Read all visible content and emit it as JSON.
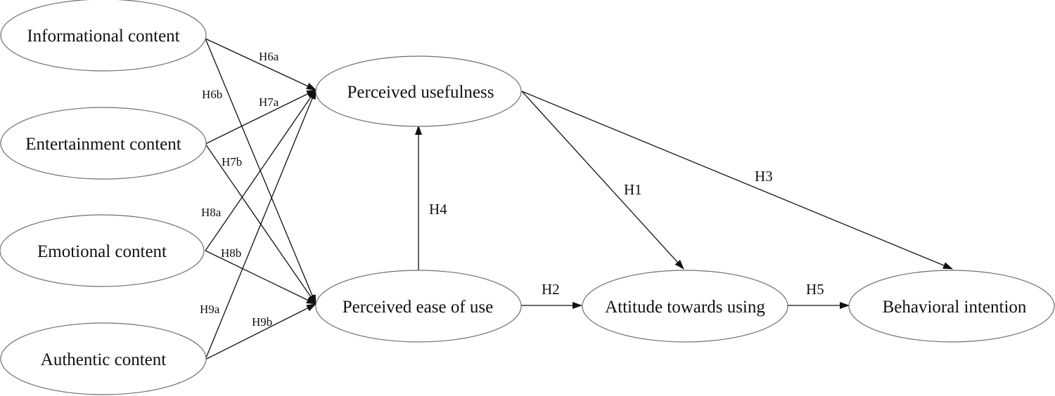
{
  "nodes": {
    "informational": "Informational content",
    "entertainment": "Entertainment content",
    "emotional": "Emotional content",
    "authentic": "Authentic content",
    "usefulness": "Perceived usefulness",
    "ease": "Perceived ease of use",
    "attitude": "Attitude towards using",
    "intention": "Behavioral intention"
  },
  "edges": {
    "h6a": "H6a",
    "h6b": "H6b",
    "h7a": "H7a",
    "h7b": "H7b",
    "h8a": "H8a",
    "h8b": "H8b",
    "h9a": "H9a",
    "h9b": "H9b",
    "h1": "H1",
    "h2": "H2",
    "h3": "H3",
    "h4": "H4",
    "h5": "H5"
  }
}
